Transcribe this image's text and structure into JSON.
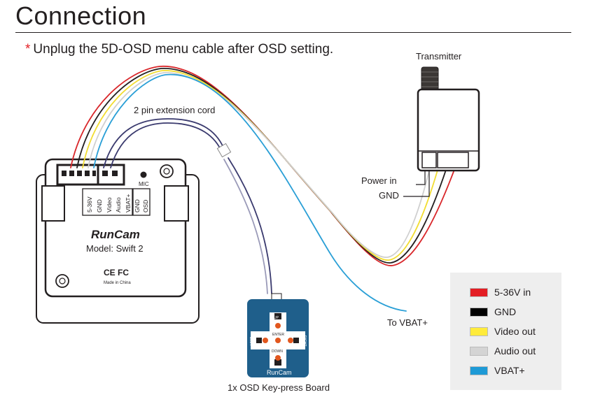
{
  "title": "Connection",
  "note": {
    "star": "*",
    "text": "Unplug the 5D-OSD menu cable after OSD setting."
  },
  "labels": {
    "transmitter": "Transmitter",
    "extension_cord": "2 pin extension cord",
    "power_in": "Power in",
    "gnd": "GND",
    "to_vbat": "To VBAT+",
    "keypress_board": "1x OSD Key-press Board",
    "mic": "MIC"
  },
  "camera": {
    "brand": "RunCam",
    "model": "Model: Swift 2",
    "cert": "CE FC",
    "made_in": "Made in China",
    "pins_main": [
      "5-36V",
      "GND",
      "Video",
      "Audio",
      "VBAT+"
    ],
    "pins_osd": [
      "GND",
      "OSD"
    ]
  },
  "keypad": {
    "brand": "RunCam",
    "buttons": {
      "up": "UP",
      "enter": "ENTER",
      "down": "DOWN",
      "left": "LEFT",
      "right": "RIGHT"
    }
  },
  "legend": [
    {
      "label": "5-36V in",
      "color": "#e31e24"
    },
    {
      "label": "GND",
      "color": "#000000"
    },
    {
      "label": "Video out",
      "color": "#ffeb3b"
    },
    {
      "label": "Audio out",
      "color": "#d4d4d4"
    },
    {
      "label": "VBAT+",
      "color": "#1e9ad6"
    }
  ],
  "wire_colors": {
    "red": "#d9262a",
    "black": "#231f20",
    "yellow": "#f2dd32",
    "white": "#cfcfcf",
    "blue": "#2a9fd6",
    "purple": "#3a3a6e",
    "keypad": "#1f5f8b",
    "button": "#e2571e"
  }
}
